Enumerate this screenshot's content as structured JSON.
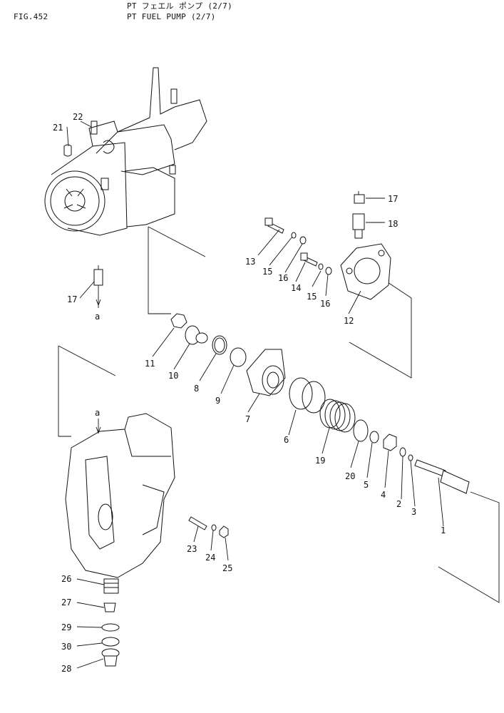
{
  "header": {
    "title_jp": "PT フェエル ポンプ (2/7)",
    "title_en": "PT FUEL PUMP (2/7)",
    "fig": "FIG.452"
  },
  "markers": [
    "a",
    "a"
  ],
  "part_numbers": [
    "1",
    "2",
    "3",
    "4",
    "5",
    "6",
    "7",
    "8",
    "9",
    "10",
    "11",
    "12",
    "13",
    "14",
    "15",
    "15",
    "16",
    "16",
    "17",
    "17",
    "18",
    "19",
    "20",
    "21",
    "22",
    "23",
    "24",
    "25",
    "26",
    "27",
    "28",
    "29",
    "30"
  ]
}
